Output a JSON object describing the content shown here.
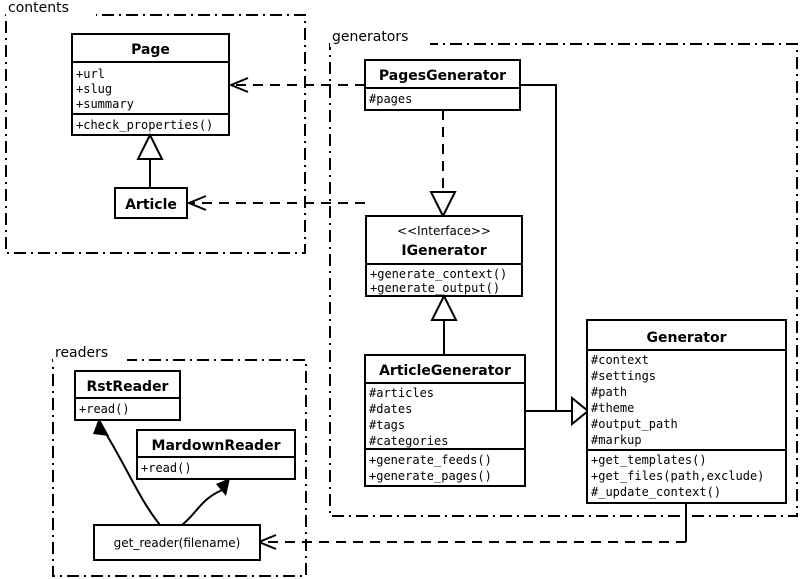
{
  "diagram": {
    "title": "Pelican UML class diagram",
    "background": "#ffffff",
    "line_color": "#000000"
  },
  "packages": [
    {
      "id": "contents",
      "label": "contents"
    },
    {
      "id": "generators",
      "label": "generators"
    },
    {
      "id": "readers",
      "label": "readers"
    }
  ],
  "classes": {
    "page": {
      "name": "Page",
      "attributes": [
        "+url",
        "+slug",
        "+summary"
      ],
      "methods": [
        "+check_properties()"
      ]
    },
    "article": {
      "name": "Article",
      "attributes": [],
      "methods": []
    },
    "pages_generator": {
      "name": "PagesGenerator",
      "attributes": [
        "#pages"
      ],
      "methods": []
    },
    "igenerator": {
      "stereotype": "<<Interface>>",
      "name": "IGenerator",
      "attributes": [],
      "methods": [
        "+generate_context()",
        "+generate_output()"
      ]
    },
    "article_generator": {
      "name": "ArticleGenerator",
      "attributes": [
        "#articles",
        "#dates",
        "#tags",
        "#categories"
      ],
      "methods": [
        "+generate_feeds()",
        "+generate_pages()"
      ]
    },
    "generator": {
      "name": "Generator",
      "attributes": [
        "#context",
        "#settings",
        "#path",
        "#theme",
        "#output_path",
        "#markup"
      ],
      "methods": [
        "+get_templates()",
        "+get_files(path,exclude)",
        "#_update_context()"
      ]
    },
    "rst_reader": {
      "name": "RstReader",
      "attributes": [],
      "methods": [
        "+read()"
      ]
    },
    "mardown_reader": {
      "name": "MardownReader",
      "attributes": [],
      "methods": [
        "+read()"
      ]
    },
    "get_reader": {
      "name": "get_reader(filename)"
    }
  },
  "relations": [
    {
      "id": "article-inherits-page",
      "type": "generalization",
      "from": "Article",
      "to": "Page"
    },
    {
      "id": "pagesgenerator-realizes-igenerator",
      "type": "realization",
      "from": "PagesGenerator",
      "to": "IGenerator"
    },
    {
      "id": "articlegenerator-inherits-igenerator",
      "type": "generalization",
      "from": "ArticleGenerator",
      "to": "IGenerator"
    },
    {
      "id": "pagesgenerator-inherits-generator",
      "type": "generalization",
      "from": "PagesGenerator",
      "to": "Generator"
    },
    {
      "id": "articlegenerator-inherits-generator",
      "type": "generalization",
      "from": "ArticleGenerator",
      "to": "Generator"
    },
    {
      "id": "pagesgenerator-uses-page",
      "type": "dependency",
      "from": "PagesGenerator",
      "to": "Page"
    },
    {
      "id": "articlegenerator-uses-article",
      "type": "dependency",
      "from": "ArticleGenerator",
      "to": "Article"
    },
    {
      "id": "generator-uses-get-reader",
      "type": "dependency",
      "from": "Generator",
      "to": "get_reader(filename)"
    },
    {
      "id": "get-reader-creates-rstreader",
      "type": "flow",
      "from": "get_reader(filename)",
      "to": "RstReader"
    },
    {
      "id": "get-reader-creates-mardownreader",
      "type": "flow",
      "from": "get_reader(filename)",
      "to": "MardownReader"
    }
  ]
}
